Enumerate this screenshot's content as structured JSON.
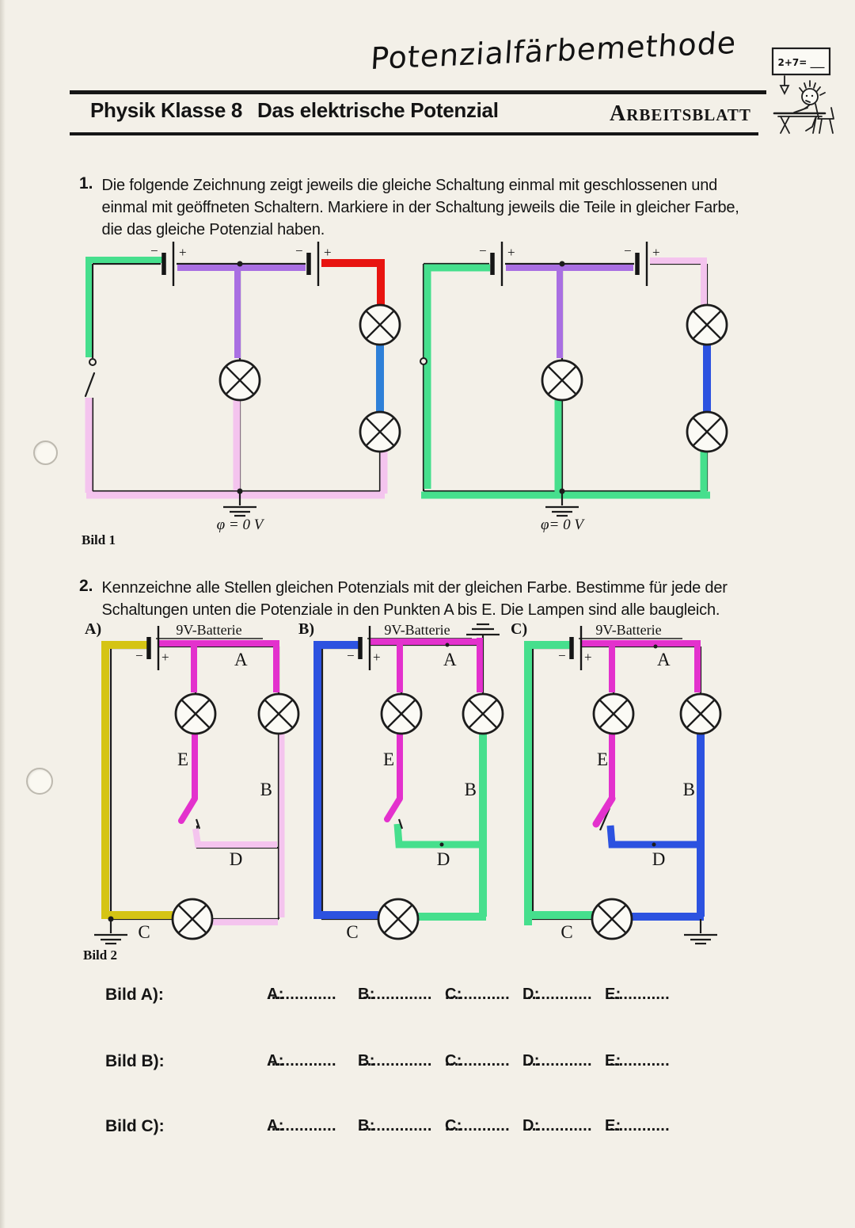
{
  "colors": {
    "paper": "#f3f0e8",
    "ink": "#1c1c1c",
    "green": "#46df8d",
    "purple": "#a96fe2",
    "red": "#e81410",
    "blue": "#2c52e0",
    "blue_light": "#2e80d8",
    "pink": "#f4c4ee",
    "magenta": "#e331cd",
    "yellow": "#d5c414"
  },
  "header": {
    "handwritten_title": "Potenzialfärbemethode",
    "course": "Physik Klasse 8",
    "topic": "Das elektrische Potenzial",
    "sheet_type": "ARBEITSBLATT",
    "doodle_board_text": "2+7= ___"
  },
  "battery": {
    "minus": "−",
    "plus": "+"
  },
  "task1": {
    "number": "1.",
    "text": "Die folgende Zeichnung zeigt jeweils die gleiche Schaltung einmal mit geschlossenen und einmal mit geöffneten Schaltern. Markiere in der Schaltung jeweils die Teile in gleicher Farbe, die das gleiche Potenzial haben."
  },
  "task2": {
    "number": "2.",
    "text": "Kennzeichne alle Stellen gleichen Potenzials mit der gleichen Farbe. Bestimme für jede der Schaltungen unten die Potenziale in den Punkten A bis E. Die Lampen sind alle baugleich."
  },
  "bild1": {
    "caption": "Bild 1",
    "left": {
      "ground_label": "φ = 0 V"
    },
    "right": {
      "ground_label": "φ= 0 V"
    }
  },
  "bild2": {
    "caption": "Bild 2",
    "circuits": [
      {
        "id": "A)",
        "battery_label": "9V-Batterie",
        "points": {
          "A": "A",
          "B": "B",
          "C": "C",
          "D": "D",
          "E": "E"
        }
      },
      {
        "id": "B)",
        "battery_label": "9V-Batterie",
        "points": {
          "A": "A",
          "B": "B",
          "C": "C",
          "D": "D",
          "E": "E"
        }
      },
      {
        "id": "C)",
        "battery_label": "9V-Batterie",
        "points": {
          "A": "A",
          "B": "B",
          "C": "C",
          "D": "D",
          "E": "E"
        }
      }
    ]
  },
  "answers": {
    "rows": [
      {
        "label": "Bild A):"
      },
      {
        "label": "Bild B):"
      },
      {
        "label": "Bild C):"
      }
    ],
    "fields": [
      {
        "key": "A:",
        "dots": "..............."
      },
      {
        "key": "B:",
        "dots": "................"
      },
      {
        "key": "C:",
        "dots": ".............."
      },
      {
        "key": "D:",
        "dots": "..............."
      },
      {
        "key": "E:",
        "dots": ".............."
      }
    ]
  }
}
